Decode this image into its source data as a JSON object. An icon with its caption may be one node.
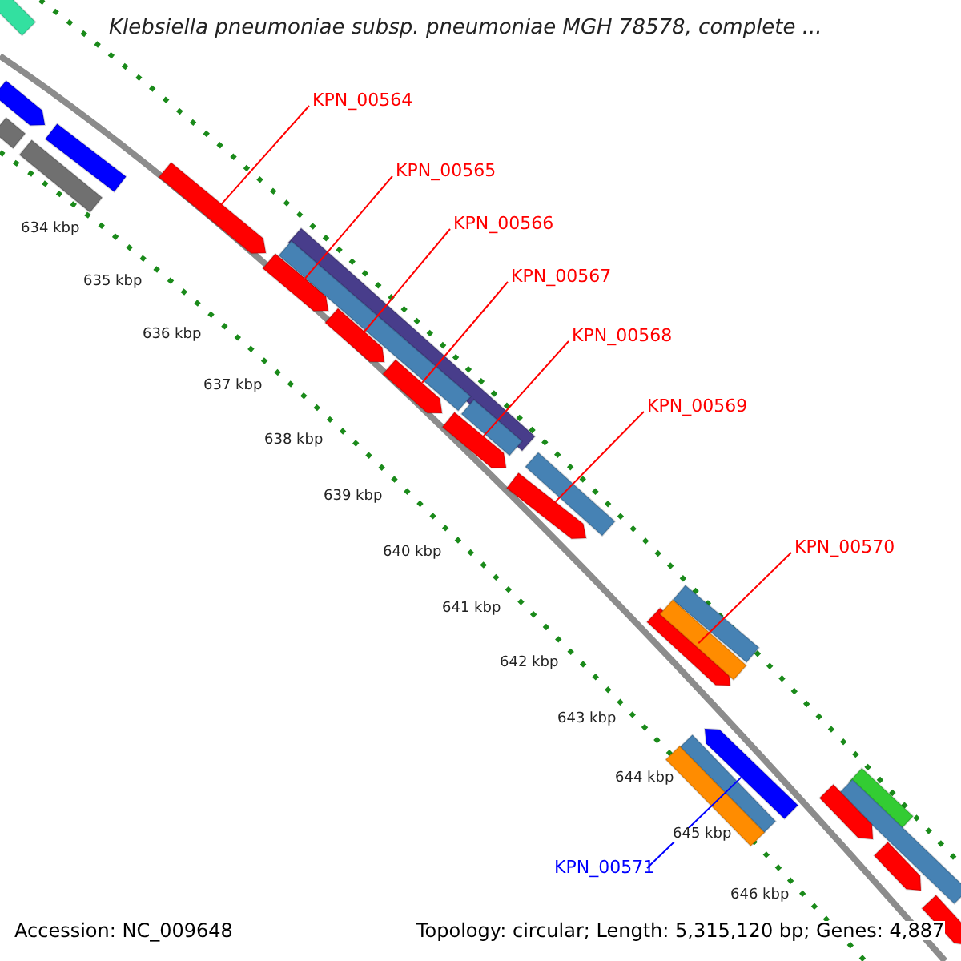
{
  "diagram": {
    "title": "Klebsiella pneumoniae subsp. pneumoniae MGH 78578, complete ...",
    "nodes": [
      {
        "text": [
          "KPN_00564"
        ]
      },
      {
        "text": [
          "KPN_00565"
        ]
      },
      {
        "text": [
          "KPN_00566"
        ]
      },
      {
        "text": [
          "KPN_00567"
        ]
      },
      {
        "text": [
          "KPN_00568"
        ]
      },
      {
        "text": [
          "KPN_00569"
        ]
      },
      {
        "text": [
          "KPN_00570"
        ]
      },
      {
        "text": [
          "KPN_00571"
        ]
      },
      {
        "text": [],
        "shape": "bar"
      },
      {
        "text": [],
        "shape": "arrow"
      },
      {
        "text": [],
        "shape": "bar"
      },
      {
        "text": [],
        "shape": "bar"
      },
      {
        "text": [],
        "shape": "bar"
      },
      {
        "text": [],
        "shape": "arrow"
      },
      {
        "text": [],
        "shape": "arrow"
      },
      {
        "text": [],
        "shape": "arrow"
      },
      {
        "text": [],
        "shape": "arrow"
      },
      {
        "text": [],
        "shape": "arrow"
      },
      {
        "text": [],
        "shape": "arrow"
      },
      {
        "text": [],
        "shape": "bar"
      },
      {
        "text": [],
        "shape": "bar"
      },
      {
        "text": [],
        "shape": "bar"
      },
      {
        "text": [],
        "shape": "bar"
      },
      {
        "text": [],
        "shape": "arrow"
      },
      {
        "text": [],
        "shape": "bar"
      },
      {
        "text": [],
        "shape": "bar"
      },
      {
        "text": [],
        "shape": "arrow"
      },
      {
        "text": [],
        "shape": "bar"
      },
      {
        "text": [],
        "shape": "bar"
      },
      {
        "text": [],
        "shape": "bar"
      },
      {
        "text": [],
        "shape": "bar"
      },
      {
        "text": [],
        "shape": "arrow"
      },
      {
        "text": [],
        "shape": "arrow"
      },
      {
        "text": [],
        "shape": "arrow"
      }
    ],
    "edges": [
      {
        "from": 0,
        "to": 13,
        "arrow": "none"
      },
      {
        "from": 1,
        "to": 14,
        "arrow": "none"
      },
      {
        "from": 2,
        "to": 15,
        "arrow": "none"
      },
      {
        "from": 3,
        "to": 16,
        "arrow": "none"
      },
      {
        "from": 4,
        "to": 17,
        "arrow": "none"
      },
      {
        "from": 5,
        "to": 18,
        "arrow": "none"
      },
      {
        "from": 6,
        "to": 23,
        "arrow": "none"
      },
      {
        "from": 7,
        "to": 26,
        "arrow": "none",
        "color": "#0000ff"
      }
    ],
    "labels": [
      "634 kbp",
      "635 kbp",
      "636 kbp",
      "637 kbp",
      "638 kbp",
      "639 kbp",
      "640 kbp",
      "641 kbp",
      "642 kbp",
      "643 kbp",
      "644 kbp",
      "645 kbp",
      "646 kbp",
      "Accession: NC_009648",
      "Topology: circular; Length: 5,315,120 bp; Genes: 4,887"
    ]
  }
}
